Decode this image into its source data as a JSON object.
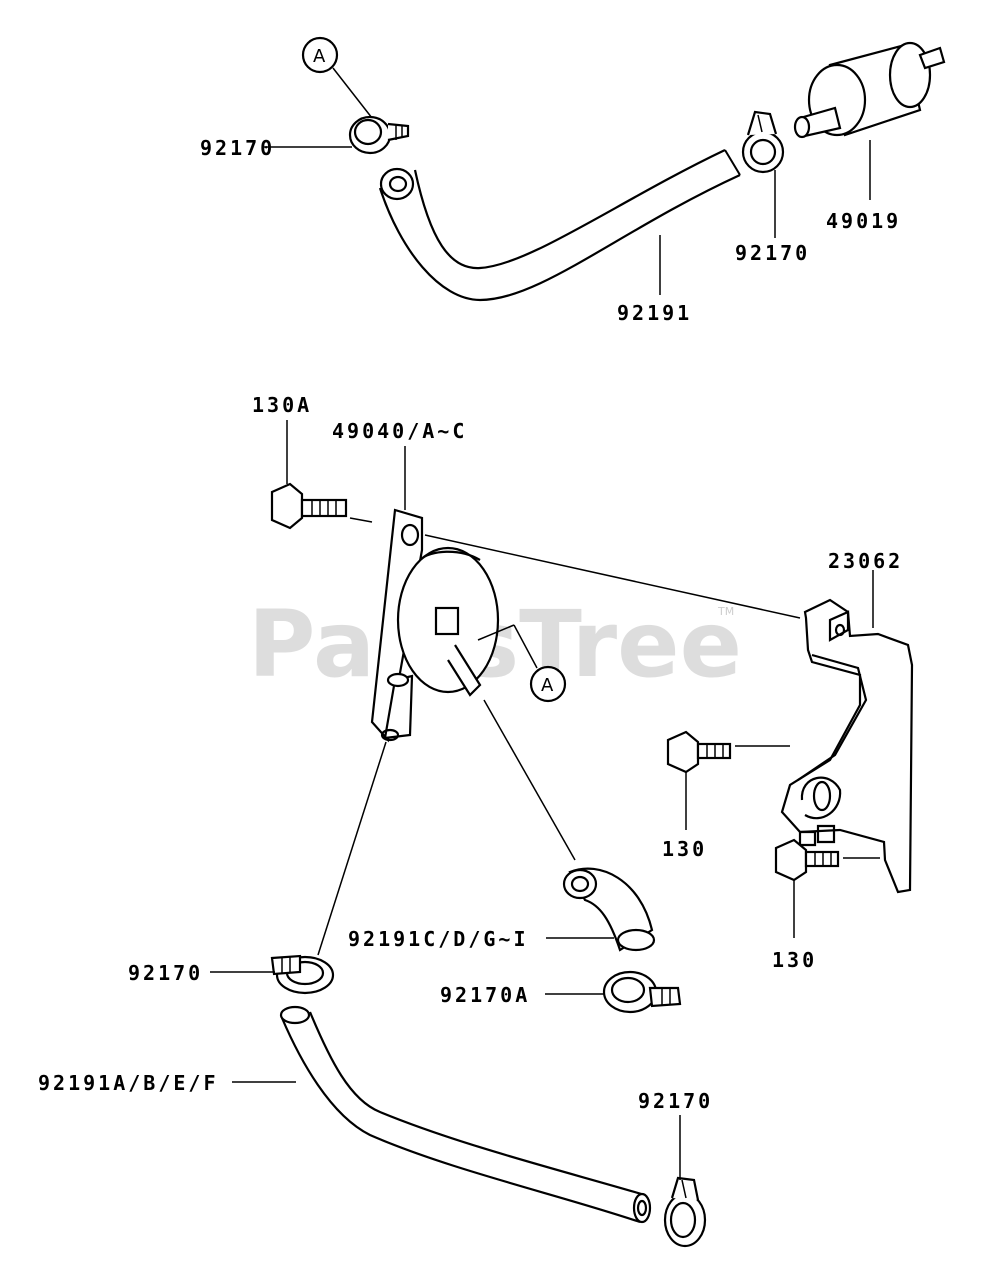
{
  "watermark": {
    "text": "PartsTree",
    "tm": "TM"
  },
  "callouts": {
    "a_top": "A",
    "a_mid": "A"
  },
  "labels": {
    "top_clamp_left": "92170",
    "fuel_filter": "49019",
    "top_clamp_right": "92170",
    "top_hose": "92191",
    "pump_bolt": "130A",
    "fuel_pump": "49040/A~C",
    "bracket": "23062",
    "bracket_bolt_upper": "130",
    "bracket_bolt_lower": "130",
    "elbow_hose": "92191C/D/G~I",
    "bottom_clamp_left": "92170",
    "elbow_clamp": "92170A",
    "bottom_hose": "92191A/B/E/F",
    "bottom_clamp_right": "92170"
  }
}
